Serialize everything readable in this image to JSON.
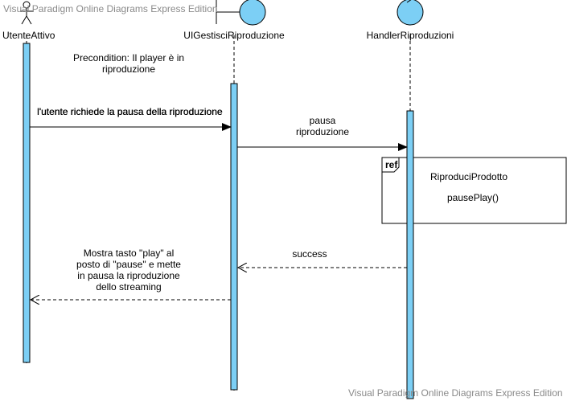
{
  "watermark": {
    "top": "Visual Paradigm Online Diagrams Express Edition",
    "bottom": "Visual Paradigm Online Diagrams Express Edition"
  },
  "lifelines": [
    {
      "name": "UtenteAttivo",
      "kind": "actor"
    },
    {
      "name": "UIGestisciRiproduzione",
      "kind": "boundary"
    },
    {
      "name": "HandlerRiproduzioni",
      "kind": "control"
    }
  ],
  "precondition": {
    "line1": "Precondition: Il player è in",
    "line2": "riproduzione"
  },
  "messages": {
    "m1": {
      "text": "l'utente richiede la pausa della riproduzione",
      "type": "synchronous"
    },
    "m2": {
      "line1": "pausa",
      "line2": "riproduzione",
      "type": "synchronous"
    },
    "m3": {
      "text": "success",
      "type": "return"
    },
    "m4": {
      "line1": "Mostra tasto \"play\" al",
      "line2": "posto di \"pause\" e mette",
      "line3": "in pausa la riproduzione",
      "line4": "dello streaming",
      "type": "return"
    }
  },
  "ref_fragment": {
    "tag": "ref",
    "line1": "RiproduciProdotto",
    "line2": "pausePlay()"
  },
  "colors": {
    "activation": "#7ccff5",
    "lifeline_head": "#7ccff5",
    "watermark": "#8a8a8a"
  }
}
